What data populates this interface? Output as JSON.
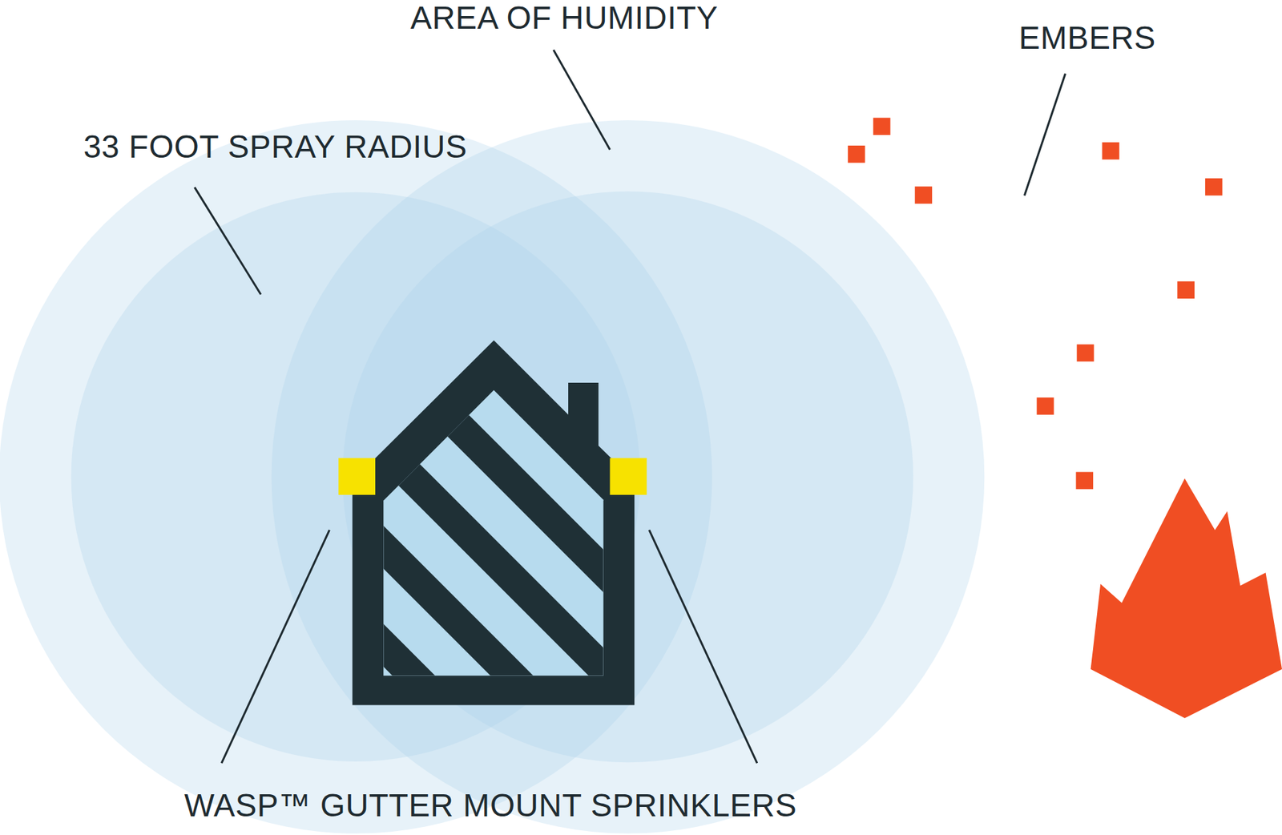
{
  "diagram": {
    "labels": [
      "AREA OF HUMIDITY",
      "EMBERS",
      "33 FOOT SPRAY RADIUS",
      "WASP™ GUTTER MOUNT SPRINKLERS"
    ]
  }
}
